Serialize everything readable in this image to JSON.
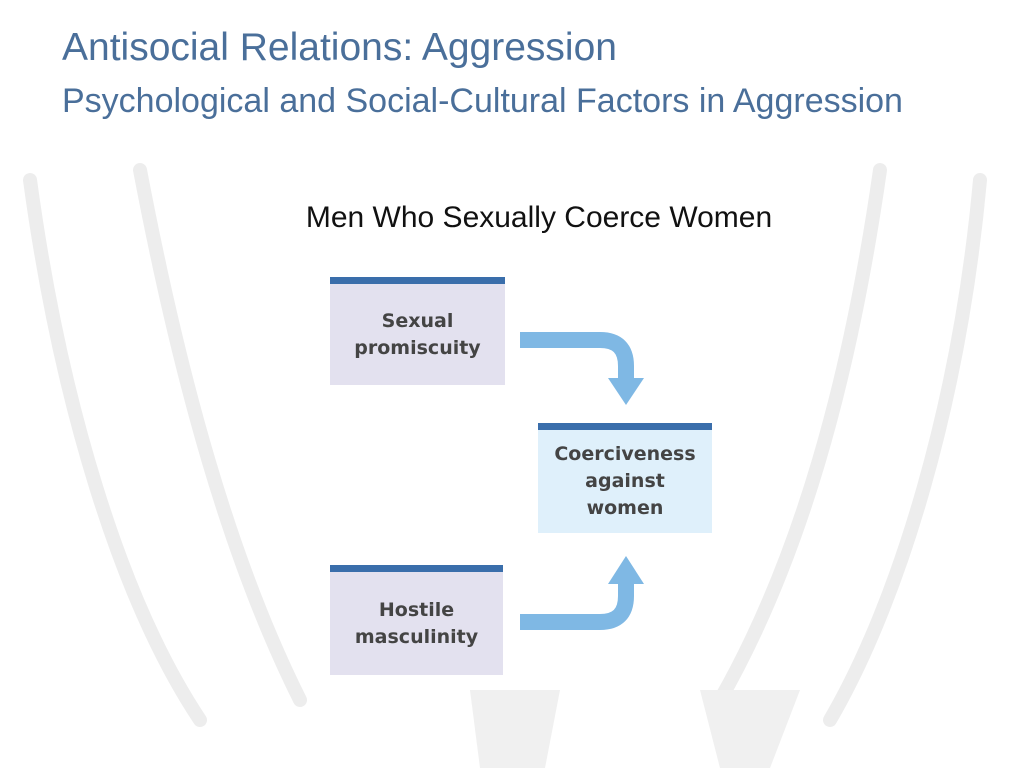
{
  "slide": {
    "title": "Antisocial Relations: Aggression",
    "subtitle": "Psychological and Social-Cultural Factors in Aggression"
  },
  "diagram": {
    "caption": "Men Who Sexually Coerce Women",
    "nodes": {
      "sexual_promiscuity": "Sexual\npromiscuity",
      "hostile_masculinity": "Hostile\nmasculinity",
      "coerciveness": "Coerciveness\nagainst\nwomen"
    },
    "edges": [
      {
        "from": "sexual_promiscuity",
        "to": "coerciveness"
      },
      {
        "from": "hostile_masculinity",
        "to": "coerciveness"
      }
    ],
    "colors": {
      "title": "#4a6f9a",
      "box_border": "#3a6eab",
      "factor_box": "#e3e1ef",
      "outcome_box": "#dff0fb",
      "arrow": "#7fb8e4"
    }
  }
}
